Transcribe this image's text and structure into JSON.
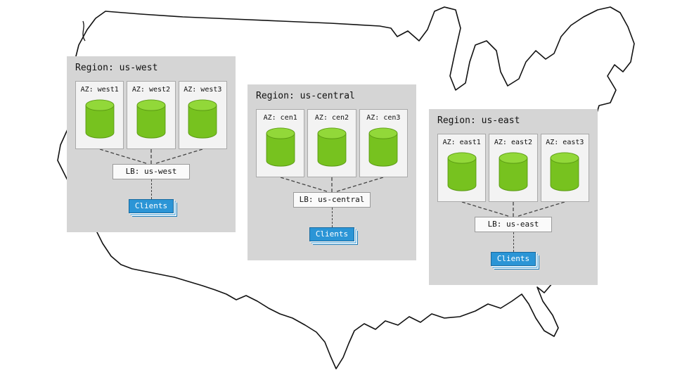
{
  "regions": [
    {
      "title": "Region: us-west",
      "azs": [
        "AZ: west1",
        "AZ: west2",
        "AZ: west3"
      ],
      "lb": "LB: us-west",
      "clients": "Clients"
    },
    {
      "title": "Region: us-central",
      "azs": [
        "AZ: cen1",
        "AZ: cen2",
        "AZ: cen3"
      ],
      "lb": "LB: us-central",
      "clients": "Clients"
    },
    {
      "title": "Region: us-east",
      "azs": [
        "AZ: east1",
        "AZ: east2",
        "AZ: east3"
      ],
      "lb": "LB: us-east",
      "clients": "Clients"
    }
  ],
  "colors": {
    "region_bg": "#d5d5d5",
    "az_bg": "#f3f3f3",
    "cylinder_body": "#77c21f",
    "cylinder_top": "#92d839",
    "clients_blue": "#2b95d6",
    "map_outline": "#111111"
  }
}
